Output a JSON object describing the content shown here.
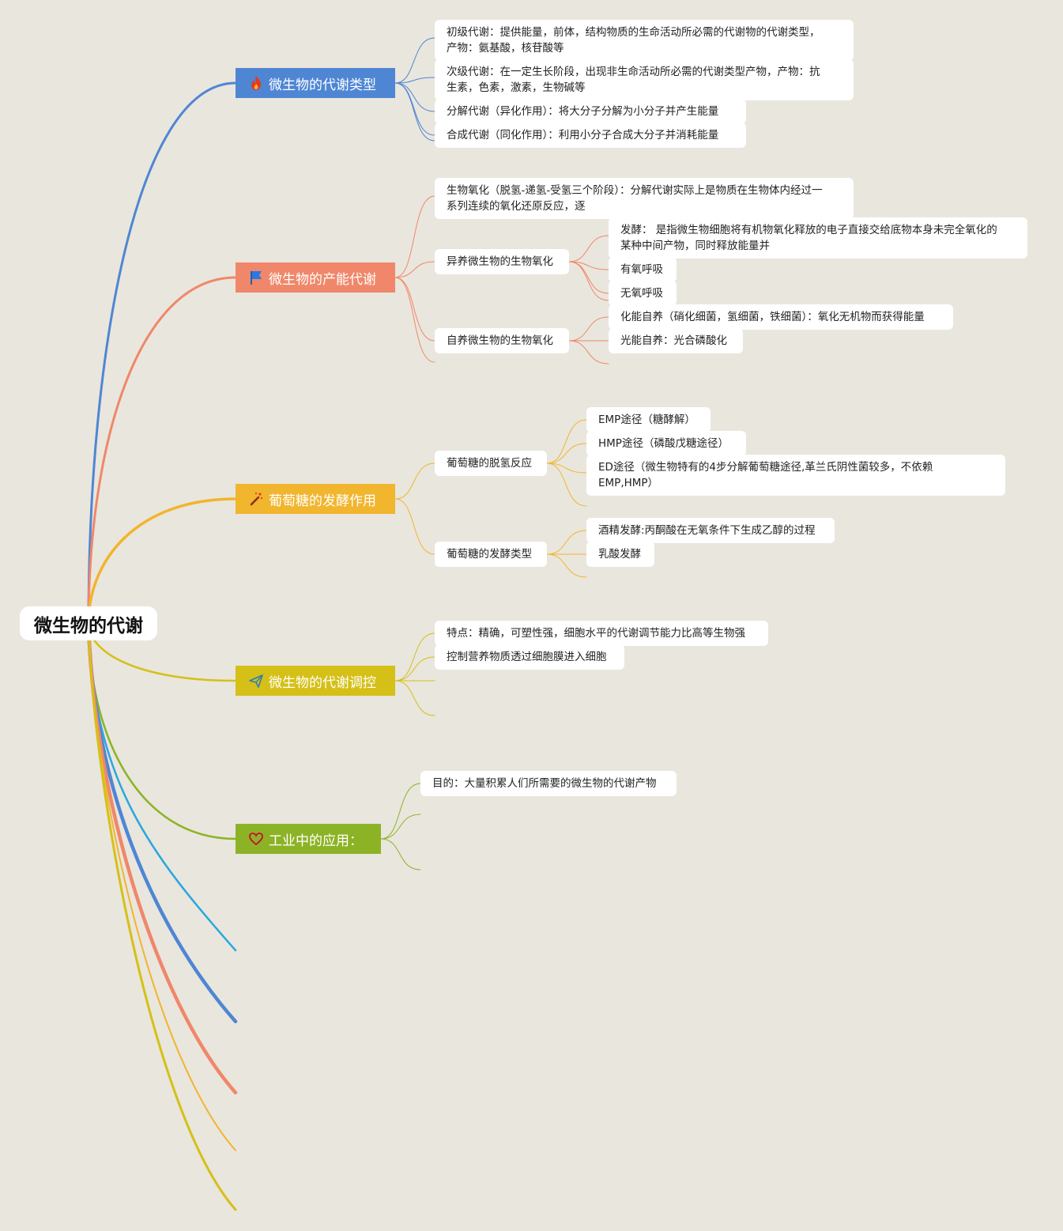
{
  "root": {
    "label": "微生物的代谢"
  },
  "colors": {
    "blue": "#4f86d4",
    "orange": "#f0876a",
    "yellow": "#f1b52e",
    "olive": "#d5c017",
    "green": "#8cb326",
    "cyan": "#2aa7de"
  },
  "branches": [
    {
      "label": "微生物的代谢类型",
      "icon": "flame-icon",
      "children": [
        {
          "text": "初级代谢：提供能量，前体，结构物质的生命活动所必需的代谢物的代谢类型，\n产物：氨基酸，核苷酸等"
        },
        {
          "text": "次级代谢：在一定生长阶段，出现非生命活动所必需的代谢类型产物，产物：抗\n生素，色素，激素，生物碱等"
        },
        {
          "text": "分解代谢（异化作用）：将大分子分解为小分子并产生能量"
        },
        {
          "text": "合成代谢（同化作用）：利用小分子合成大分子并消耗能量"
        }
      ]
    },
    {
      "label": "微生物的产能代谢",
      "icon": "flag-icon",
      "children": [
        {
          "text": "生物氧化（脱氢-递氢-受氢三个阶段）：分解代谢实际上是物质在生物体内经过一\n系列连续的氧化还原反应，逐"
        },
        {
          "text": "异养微生物的生物氧化",
          "children": [
            {
              "text": "发酵： 是指微生物细胞将有机物氧化释放的电子直接交给底物本身未完全氧化的\n某种中间产物，同时释放能量并"
            },
            {
              "text": "有氧呼吸"
            },
            {
              "text": "无氧呼吸"
            }
          ]
        },
        {
          "text": "自养微生物的生物氧化",
          "children": [
            {
              "text": "化能自养（硝化细菌，氢细菌，铁细菌）：氧化无机物而获得能量"
            },
            {
              "text": "光能自养：光合磷酸化"
            }
          ]
        }
      ]
    },
    {
      "label": "葡萄糖的发酵作用",
      "icon": "magic-wand-icon",
      "children": [
        {
          "text": "葡萄糖的脱氢反应",
          "children": [
            {
              "text": "EMP途径（糖酵解）"
            },
            {
              "text": "HMP途径（磷酸戊糖途径）"
            },
            {
              "text": "ED途径（微生物特有的4步分解葡萄糖途径,革兰氏阴性菌较多，不依赖\nEMP,HMP）"
            }
          ]
        },
        {
          "text": "葡萄糖的发酵类型",
          "children": [
            {
              "text": "酒精发酵:丙酮酸在无氧条件下生成乙醇的过程"
            },
            {
              "text": "乳酸发酵"
            }
          ]
        }
      ]
    },
    {
      "label": "微生物的代谢调控",
      "icon": "paper-plane-icon",
      "children": [
        {
          "text": "特点：精确，可塑性强，细胞水平的代谢调节能力比高等生物强"
        },
        {
          "text": "控制营养物质透过细胞膜进入细胞"
        }
      ]
    },
    {
      "label": "工业中的应用：",
      "icon": "heart-icon",
      "children": [
        {
          "text": "目的：大量积累人们所需要的微生物的代谢产物"
        }
      ]
    }
  ]
}
